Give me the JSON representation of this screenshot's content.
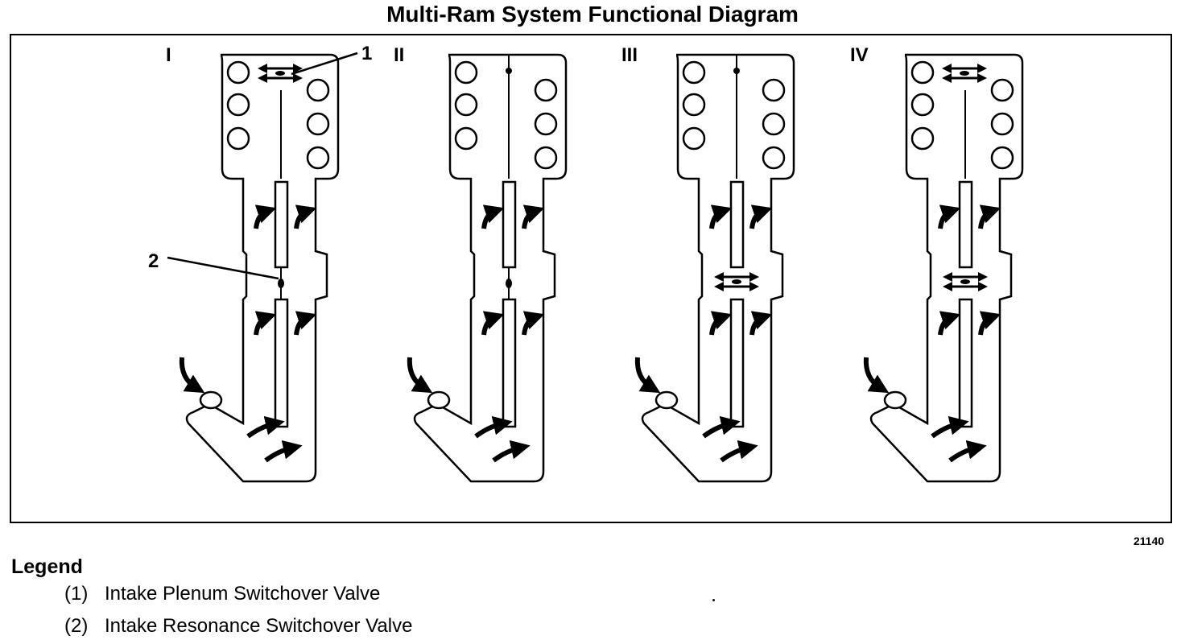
{
  "title": "Multi-Ram System Functional Diagram",
  "panels": [
    {
      "label": "I",
      "plenum_valve": "open",
      "resonance_valve": "closed"
    },
    {
      "label": "II",
      "plenum_valve": "closed",
      "resonance_valve": "closed"
    },
    {
      "label": "III",
      "plenum_valve": "closed",
      "resonance_valve": "open"
    },
    {
      "label": "IV",
      "plenum_valve": "open",
      "resonance_valve": "open"
    }
  ],
  "callouts": {
    "plenum": "1",
    "resonance": "2"
  },
  "figure_id": "21140",
  "legend": {
    "heading": "Legend",
    "items": [
      {
        "num": "(1)",
        "text": "Intake Plenum Switchover Valve"
      },
      {
        "num": "(2)",
        "text": "Intake Resonance Switchover Valve"
      }
    ]
  }
}
